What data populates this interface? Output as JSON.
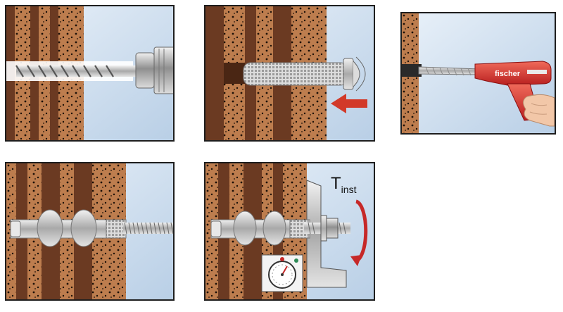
{
  "steps": [
    {
      "id": "drill-hole"
    },
    {
      "id": "insert-sleeve"
    },
    {
      "id": "inject-mortar"
    },
    {
      "id": "insert-rod"
    },
    {
      "id": "apply-torque"
    }
  ],
  "brand": {
    "name": "fischer",
    "color": "#d8262a"
  },
  "torque": {
    "symbol": "T",
    "subscript": "inst"
  },
  "colors": {
    "sky": "#c9dcee",
    "brick": "#b97a4d",
    "cavity": "#6b3a22",
    "arrow": "#d23a2a"
  }
}
